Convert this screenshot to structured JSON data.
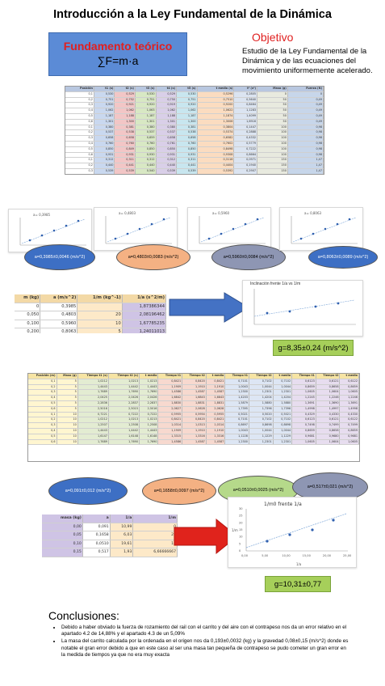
{
  "title": "Introducción a la Ley Fundamental de la Dinámica",
  "fundamento": {
    "title": "Fundamento teórico",
    "formula": "∑F=m·a"
  },
  "objetivo": {
    "title": "Objetivo",
    "text": "Estudio de la Ley Fundamental de la Dinámica y de las ecuaciones del movimiento uniformemente acelerado."
  },
  "table1": {
    "header": [
      "Posición",
      "t1 (s)",
      "t2 (s)",
      "t3 (s)",
      "t4 (s)",
      "t5 (s)",
      "t medio (s)",
      "t² (s²)",
      "Masa (g)",
      "Fuerza (N)"
    ],
    "rows": [
      [
        "0,1",
        "0,530",
        "0,529",
        "0,530",
        "0,529",
        "0,530",
        "0,5296",
        "0,2805",
        "0",
        "0"
      ],
      [
        "0,2",
        "0,751",
        "0,752",
        "0,751",
        "0,750",
        "0,751",
        "0,7510",
        "0,5640",
        "50",
        "0,49"
      ],
      [
        "0,3",
        "0,920",
        "0,921",
        "0,920",
        "0,919",
        "0,920",
        "0,9200",
        "0,8464",
        "50",
        "0,49"
      ],
      [
        "0,4",
        "1,062",
        "1,062",
        "1,063",
        "1,062",
        "1,062",
        "1,0622",
        "1,1283",
        "50",
        "0,49"
      ],
      [
        "0,5",
        "1,187",
        "1,188",
        "1,187",
        "1,188",
        "1,187",
        "1,1874",
        "1,4099",
        "50",
        "0,49"
      ],
      [
        "0,6",
        "1,301",
        "1,300",
        "1,301",
        "1,301",
        "1,300",
        "1,3006",
        "1,6916",
        "50",
        "0,49"
      ],
      [
        "0,1",
        "0,380",
        "0,381",
        "0,380",
        "0,380",
        "0,381",
        "0,3804",
        "0,1447",
        "100",
        "0,98"
      ],
      [
        "0,2",
        "0,537",
        "0,538",
        "0,537",
        "0,537",
        "0,538",
        "0,5374",
        "0,2888",
        "100",
        "0,98"
      ],
      [
        "0,3",
        "0,658",
        "0,658",
        "0,659",
        "0,658",
        "0,658",
        "0,6582",
        "0,4332",
        "100",
        "0,98"
      ],
      [
        "0,4",
        "0,760",
        "0,760",
        "0,760",
        "0,761",
        "0,760",
        "0,7602",
        "0,5779",
        "100",
        "0,98"
      ],
      [
        "0,5",
        "0,850",
        "0,849",
        "0,850",
        "0,850",
        "0,850",
        "0,8498",
        "0,7222",
        "100",
        "0,98"
      ],
      [
        "0,6",
        "0,931",
        "0,931",
        "0,930",
        "0,931",
        "0,931",
        "0,9308",
        "0,8664",
        "100",
        "0,98"
      ],
      [
        "0,1",
        "0,312",
        "0,311",
        "0,312",
        "0,312",
        "0,311",
        "0,3116",
        "0,0971",
        "150",
        "1,47"
      ],
      [
        "0,2",
        "0,440",
        "0,441",
        "0,440",
        "0,440",
        "0,441",
        "0,4404",
        "0,1940",
        "150",
        "1,47"
      ],
      [
        "0,3",
        "0,539",
        "0,539",
        "0,540",
        "0,539",
        "0,539",
        "0,5392",
        "0,2907",
        "150",
        "1,47"
      ],
      [
        "0,4",
        "0,623",
        "0,622",
        "0,623",
        "0,623",
        "0,622",
        "0,6226",
        "0,3876",
        "150",
        "1,47"
      ],
      [
        "0,5",
        "0,696",
        "0,696",
        "0,696",
        "0,697",
        "0,696",
        "0,6962",
        "0,4847",
        "150",
        "1,47"
      ],
      [
        "0,6",
        "0,763",
        "0,762",
        "0,763",
        "0,762",
        "0,763",
        "0,7626",
        "0,5815",
        "150",
        "1,47"
      ]
    ]
  },
  "charts_row1": [
    {
      "title": "a= 0,3985",
      "ellipse": "a=0,3985±0,0046 (m/s^2)"
    },
    {
      "title": "a= 0,4803",
      "ellipse": "a=0,4803±0,0083 (m/s^2)"
    },
    {
      "title": "a= 0,5960",
      "ellipse": "a=0,5960±0,0084 (m/s^2)"
    },
    {
      "title": "a= 0,8063",
      "ellipse": "a=0,8063±0,0089 (m/s^2)"
    }
  ],
  "table2": {
    "header": [
      "m (kg)",
      "a (m/s^2)",
      "1/m (kg^-1)",
      "1/a (s^2/m)"
    ],
    "rows": [
      [
        "0",
        "0,3985",
        "",
        "1,87386344"
      ],
      [
        "0,050",
        "0,4803",
        "20",
        "2,08196462"
      ],
      [
        "0,100",
        "0,5960",
        "10",
        "1,67785235"
      ],
      [
        "0,200",
        "0,8063",
        "5",
        "1,24011013"
      ]
    ]
  },
  "chart_mid": {
    "title": "Inclinación frente 1/a vs 1/m",
    "result": "g=8,35±0,24 (m/s^2)"
  },
  "table3": {
    "header": [
      "Posición (m)",
      "Masa (g)",
      "Tiempo t1 (s)",
      "Tiempo t2 (s)",
      "t medio",
      "Tiempo t1",
      "Tiempo t2",
      "t medio",
      "Tiempo t1",
      "Tiempo t2",
      "t medio",
      "Tiempo t1",
      "Tiempo t2",
      "t medio"
    ],
    "rows": [
      [
        "0,1",
        "5",
        "1,0212",
        "1,0213",
        "1,0213",
        "0,8421",
        "0,8420",
        "0,8421",
        "0,7101",
        "0,7102",
        "0,7102",
        "0,6123",
        "0,6121",
        "0,6122"
      ],
      [
        "0,2",
        "5",
        "1,4443",
        "1,4442",
        "1,4443",
        "1,1909",
        "1,1910",
        "1,1910",
        "1,0043",
        "1,0044",
        "1,0044",
        "0,8659",
        "0,8658",
        "0,8659"
      ],
      [
        "0,3",
        "5",
        "1,7689",
        "1,7690",
        "1,7690",
        "1,4586",
        "1,4587",
        "1,4587",
        "1,2300",
        "1,2301",
        "1,2301",
        "1,0605",
        "1,0604",
        "1,0605"
      ],
      [
        "0,4",
        "5",
        "2,0425",
        "2,0426",
        "2,0426",
        "1,6842",
        "1,6843",
        "1,6843",
        "1,4203",
        "1,4204",
        "1,4204",
        "1,2245",
        "1,2246",
        "1,2246"
      ],
      [
        "0,5",
        "5",
        "2,2836",
        "2,2837",
        "2,2837",
        "1,8830",
        "1,8831",
        "1,8831",
        "1,5879",
        "1,5880",
        "1,5880",
        "1,3691",
        "1,3690",
        "1,3691"
      ],
      [
        "0,6",
        "5",
        "2,5016",
        "2,5015",
        "2,5016",
        "2,0627",
        "2,0628",
        "2,0628",
        "1,7395",
        "1,7396",
        "1,7396",
        "1,4998",
        "1,4997",
        "1,4998"
      ],
      [
        "0,1",
        "10",
        "0,7221",
        "0,7222",
        "0,7222",
        "0,5955",
        "0,5954",
        "0,5955",
        "0,5021",
        "0,5020",
        "0,5021",
        "0,4329",
        "0,4330",
        "0,4330"
      ],
      [
        "0,2",
        "10",
        "1,0212",
        "1,0213",
        "1,0213",
        "0,8421",
        "0,8420",
        "0,8421",
        "0,7101",
        "0,7102",
        "0,7102",
        "0,6123",
        "0,6121",
        "0,6122"
      ],
      [
        "0,3",
        "10",
        "1,2507",
        "1,2508",
        "1,2508",
        "1,0314",
        "1,0313",
        "1,0314",
        "0,8697",
        "0,8698",
        "0,8698",
        "0,7498",
        "0,7499",
        "0,7499"
      ],
      [
        "0,4",
        "10",
        "1,4443",
        "1,4442",
        "1,4443",
        "1,1909",
        "1,1910",
        "1,1910",
        "1,0043",
        "1,0044",
        "1,0044",
        "0,8659",
        "0,8658",
        "0,8659"
      ],
      [
        "0,5",
        "10",
        "1,6147",
        "1,6148",
        "1,6148",
        "1,3315",
        "1,3316",
        "1,3316",
        "1,1228",
        "1,1229",
        "1,1229",
        "0,9681",
        "0,9680",
        "0,9681"
      ],
      [
        "0,6",
        "10",
        "1,7689",
        "1,7690",
        "1,7690",
        "1,4586",
        "1,4587",
        "1,4587",
        "1,2300",
        "1,2301",
        "1,2301",
        "1,0605",
        "1,0604",
        "1,0605"
      ]
    ]
  },
  "ellipses_row2": [
    "a=0,091±0,012 (m/s^2)",
    "a=0,1658±0,0097 (m/s^2)",
    "a=0,0510±0,0025 (m/s^2)",
    "a=0,517±0,021 (m/s^2)"
  ],
  "table4": {
    "header": [
      "masa (kg)",
      "a",
      "1/a",
      "1/m"
    ],
    "rows": [
      [
        "0,00",
        "0,091",
        "10,99",
        "0"
      ],
      [
        "0,05",
        "0,1658",
        "6,03",
        "20"
      ],
      [
        "0,10",
        "0,0510",
        "19,61",
        "10"
      ],
      [
        "0,15",
        "0,517",
        "1,93",
        "6,66666667"
      ]
    ]
  },
  "chart_bottom": {
    "title": "1/m0 frente 1/a",
    "result": "g=10,31±0,77",
    "xlabel": "1/a",
    "ylabel": "1/m",
    "xticks": [
      "0,00",
      "5,00",
      "10,00",
      "15,00",
      "20,00",
      "25,00"
    ],
    "yticks": [
      "30",
      "25",
      "20",
      "15",
      "10",
      "5",
      "0"
    ]
  },
  "conclusiones": {
    "title": "Conclusiones:",
    "items": [
      "Debido a haber obviado la fuerza de rozamiento del rail con el carrito y del aire con el contrapeso nos da un error relativo en el apartado 4.2 de 14,88% y el apartado 4.3 de un 5,09%",
      "La masa del carrito calculada por la ordenada en el origen nos da 0,193±0,0032 (kg) y la gravedad 0,08±0,15 (m/s^2) donde es notable el gran error debido a que en este caso al ser una masa tan pequeña de contrapeso se pudo cometer un gran error en la medida de tiempos ya que no era muy exacta"
    ]
  },
  "colors": {
    "fund_box": "#5b8bd6",
    "accent_red": "#e02020",
    "result_green": "#a6cf5a",
    "ellipse_blue": "#3d6fc4",
    "ellipse_orange": "#f4b183",
    "ellipse_gray": "#8e96b3",
    "ellipse_green": "#b5d98a",
    "arrow_blue": "#4472c4",
    "arrow_red": "#e0231c"
  }
}
